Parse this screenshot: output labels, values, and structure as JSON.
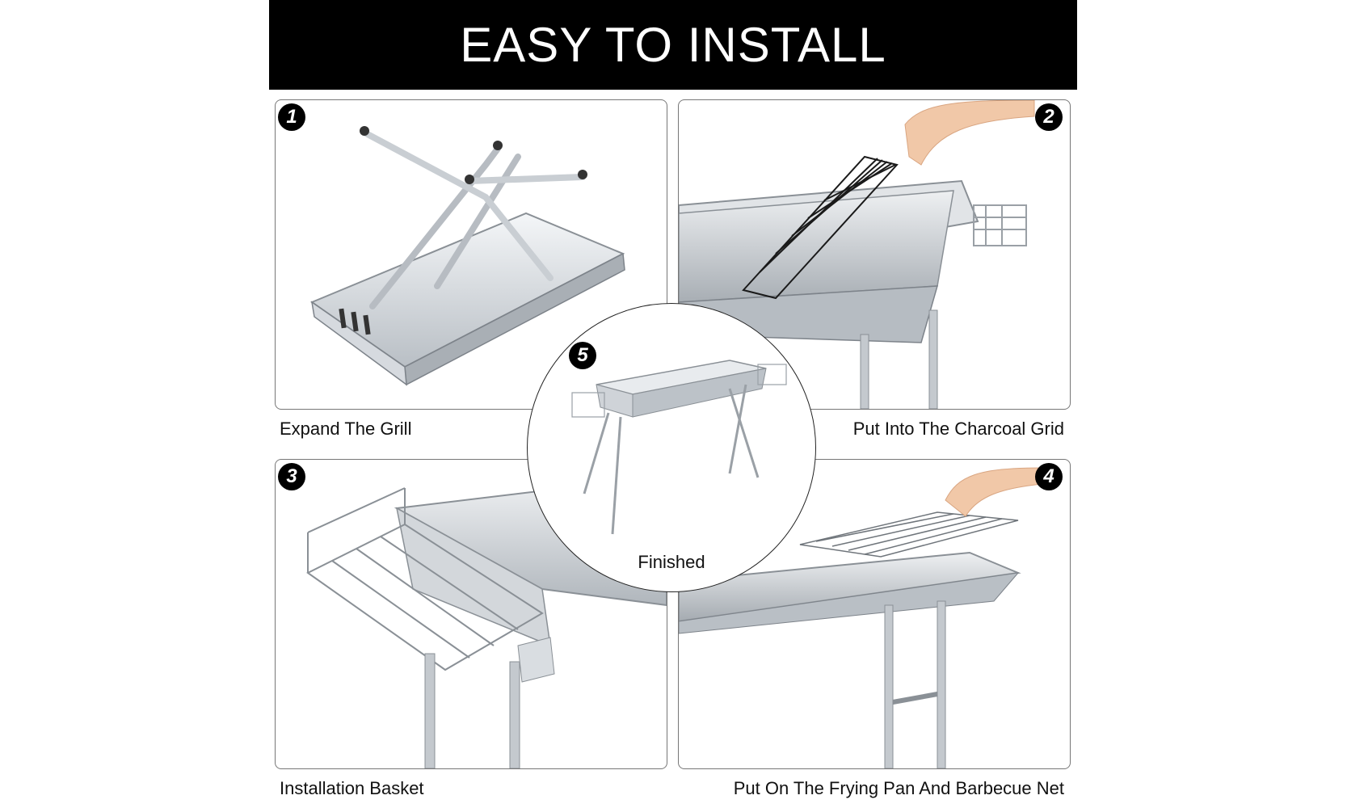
{
  "banner": {
    "title": "EASY TO INSTALL"
  },
  "steps": [
    {
      "number": "1",
      "caption": "Expand The Grill",
      "icon": "folded-grill-icon"
    },
    {
      "number": "2",
      "caption": "Put Into The Charcoal Grid",
      "icon": "charcoal-grid-icon"
    },
    {
      "number": "3",
      "caption": "Installation Basket",
      "icon": "side-basket-icon"
    },
    {
      "number": "4",
      "caption": "Put On The Frying Pan And Barbecue Net",
      "icon": "barbecue-net-icon"
    },
    {
      "number": "5",
      "caption": "Finished",
      "icon": "finished-grill-icon"
    }
  ],
  "colors": {
    "banner_bg": "#000000",
    "banner_text": "#ffffff",
    "steel": "#c8cdd2",
    "steel_dark": "#8a9096"
  }
}
